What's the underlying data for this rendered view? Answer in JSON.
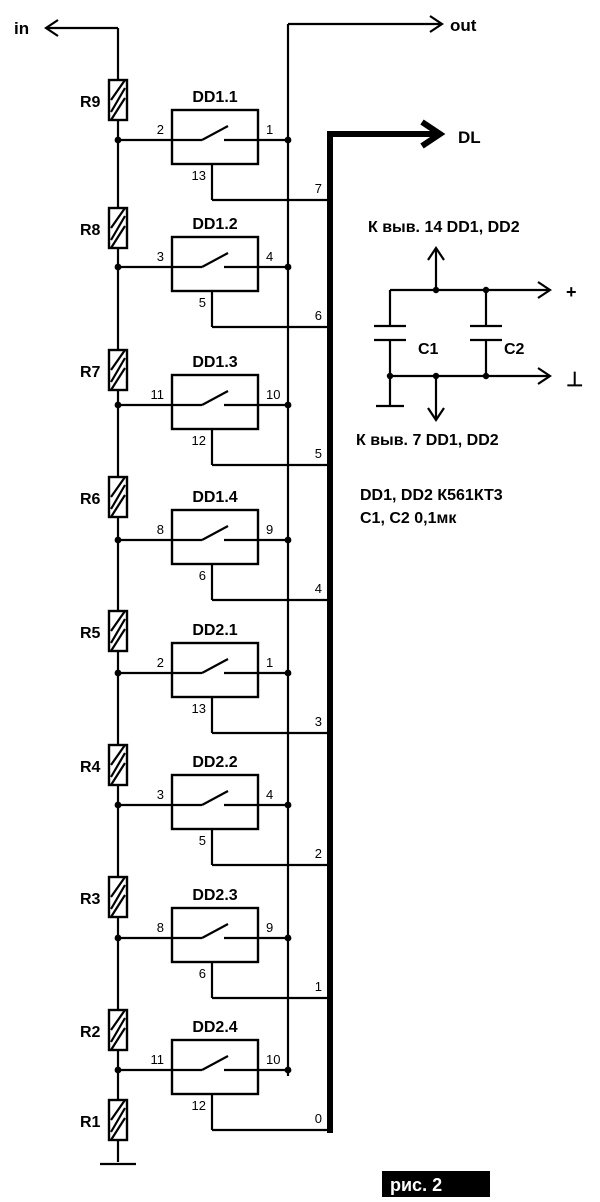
{
  "figure": {
    "input_label": "in",
    "output_label": "out",
    "bus_label": "DL",
    "caption": "рис. 2"
  },
  "resistors": [
    "R9",
    "R8",
    "R7",
    "R6",
    "R5",
    "R4",
    "R3",
    "R2",
    "R1"
  ],
  "switches": [
    {
      "name": "DD1.1",
      "in_pin": "2",
      "out_pin": "1",
      "ctrl_pin": "13",
      "bus_bit": "7"
    },
    {
      "name": "DD1.2",
      "in_pin": "3",
      "out_pin": "4",
      "ctrl_pin": "5",
      "bus_bit": "6"
    },
    {
      "name": "DD1.3",
      "in_pin": "11",
      "out_pin": "10",
      "ctrl_pin": "12",
      "bus_bit": "5"
    },
    {
      "name": "DD1.4",
      "in_pin": "8",
      "out_pin": "9",
      "ctrl_pin": "6",
      "bus_bit": "4"
    },
    {
      "name": "DD2.1",
      "in_pin": "2",
      "out_pin": "1",
      "ctrl_pin": "13",
      "bus_bit": "3"
    },
    {
      "name": "DD2.2",
      "in_pin": "3",
      "out_pin": "4",
      "ctrl_pin": "5",
      "bus_bit": "2"
    },
    {
      "name": "DD2.3",
      "in_pin": "8",
      "out_pin": "9",
      "ctrl_pin": "6",
      "bus_bit": "1"
    },
    {
      "name": "DD2.4",
      "in_pin": "11",
      "out_pin": "10",
      "ctrl_pin": "12",
      "bus_bit": "0"
    }
  ],
  "power": {
    "top_note": "К выв. 14 DD1, DD2",
    "bottom_note": "К выв. 7 DD1, DD2",
    "plus_label": "+",
    "ground_label": "⊥",
    "c1_label": "C1",
    "c2_label": "C2"
  },
  "notes": {
    "line1": "DD1, DD2 К561КТ3",
    "line2": "C1, C2 0,1мк"
  }
}
